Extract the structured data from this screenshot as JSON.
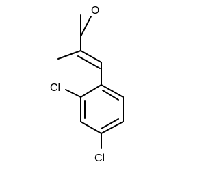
{
  "molecule": {
    "atoms": {
      "oxygen": "O",
      "chlorine_ortho": "Cl",
      "chlorine_para": "Cl"
    },
    "colors": {
      "bond": "#000000",
      "label": "#000000",
      "background": "#ffffff"
    }
  }
}
